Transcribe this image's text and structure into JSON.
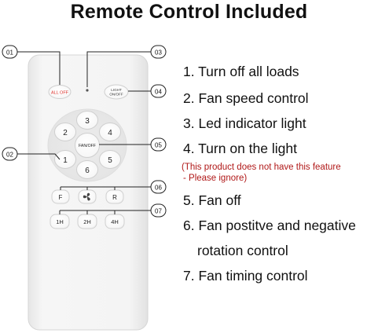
{
  "title": "Remote Control Included",
  "callouts": [
    "01",
    "02",
    "03",
    "04",
    "05",
    "06",
    "07"
  ],
  "remote": {
    "all_off_label": "ALL OFF",
    "light_label_line1": "LIGHT",
    "light_label_line2": "ON/OFF",
    "speed_buttons": [
      "1",
      "2",
      "3",
      "4",
      "5",
      "6"
    ],
    "fan_off_label": "FAN/OFF",
    "forward_label": "F",
    "reverse_label": "R",
    "timer_buttons": [
      "1H",
      "2H",
      "4H"
    ]
  },
  "legend": {
    "item1": "1. Turn off all loads",
    "item2": "2. Fan speed control",
    "item3": "3. Led indicator light",
    "item4": "4. Turn on the light",
    "item4_note_line1": "(This product does not have this feature",
    "item4_note_line2": "- Please ignore)",
    "item5": "5. Fan off",
    "item6_line1": "6. Fan postitve and negative",
    "item6_line2": "rotation control",
    "item7": "7. Fan timing control"
  },
  "colors": {
    "accent_red": "#b01818",
    "all_off_text": "#e0302a",
    "remote_body": "#f2f2f2",
    "button_fill": "#ffffff",
    "callout_line": "#222222"
  }
}
